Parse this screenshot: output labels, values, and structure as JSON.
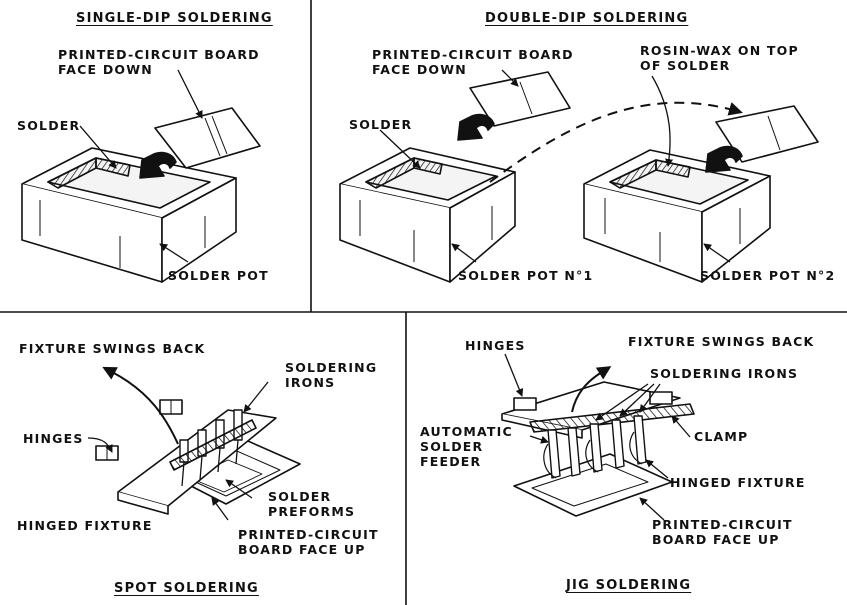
{
  "colors": {
    "ink": "#111111",
    "background": "#ffffff",
    "tray_fill": "#f4f4f4"
  },
  "panels": {
    "single_dip": {
      "title": "SINGLE-DIP SOLDERING",
      "board_label": [
        "PRINTED-CIRCUIT BOARD",
        "FACE DOWN"
      ],
      "solder_label": "SOLDER",
      "pot_label": "SOLDER POT"
    },
    "double_dip": {
      "title": "DOUBLE-DIP SOLDERING",
      "board_label": [
        "PRINTED-CIRCUIT BOARD",
        "FACE DOWN"
      ],
      "rosin_label": [
        "ROSIN-WAX ON TOP",
        "OF SOLDER"
      ],
      "solder_label": "SOLDER",
      "pot1_label": "SOLDER POT N°1",
      "pot2_label": "SOLDER POT N°2"
    },
    "spot": {
      "title": "SPOT SOLDERING",
      "fixture_label": "FIXTURE SWINGS BACK",
      "irons_label": [
        "SOLDERING",
        "IRONS"
      ],
      "hinges_label": "HINGES",
      "preforms_label": [
        "SOLDER",
        "PREFORMS"
      ],
      "hinged_fixture_label": "HINGED FIXTURE",
      "board_label": [
        "PRINTED-CIRCUIT",
        "BOARD FACE UP"
      ]
    },
    "jig": {
      "title": "JIG SOLDERING",
      "hinges_label": "HINGES",
      "fixture_label": "FIXTURE SWINGS BACK",
      "irons_label": "SOLDERING IRONS",
      "feeder_label": [
        "AUTOMATIC",
        "SOLDER",
        "FEEDER"
      ],
      "clamp_label": "CLAMP",
      "hinged_fixture_label": "HINGED FIXTURE",
      "board_label": [
        "PRINTED-CIRCUIT",
        "BOARD FACE UP"
      ]
    }
  }
}
